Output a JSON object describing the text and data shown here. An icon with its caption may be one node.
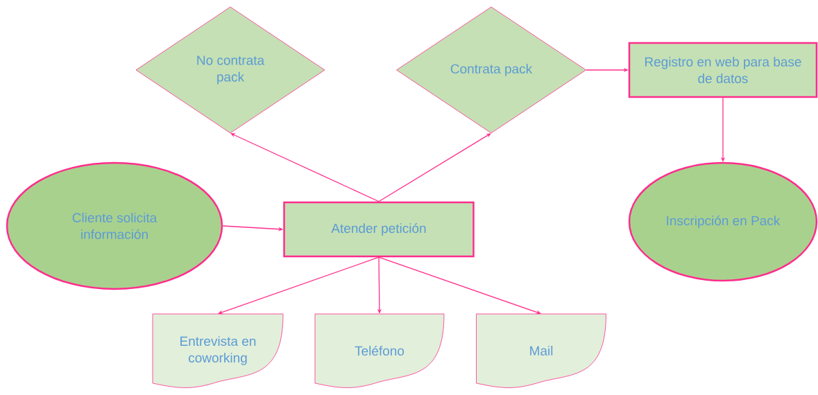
{
  "diagram": {
    "nodes": [
      {
        "text": [
          "Cliente solicita información"
        ]
      },
      {
        "text": [
          "Atender petición"
        ]
      },
      {
        "text": [
          "No contrata pack"
        ]
      },
      {
        "text": [
          "Contrata pack"
        ]
      },
      {
        "text": [
          "Registro en web para base de datos"
        ]
      },
      {
        "text": [
          "Inscripción en Pack"
        ]
      },
      {
        "text": [
          "Entrevista en coworking"
        ]
      },
      {
        "text": [
          "Teléfono"
        ]
      },
      {
        "text": [
          "Mail"
        ]
      }
    ],
    "edges": [
      {
        "from": 0,
        "to": 1,
        "arrow": "to"
      },
      {
        "from": 1,
        "to": 2,
        "arrow": "to"
      },
      {
        "from": 1,
        "to": 3,
        "arrow": "to"
      },
      {
        "from": 3,
        "to": 4,
        "arrow": "to"
      },
      {
        "from": 4,
        "to": 5,
        "arrow": "to"
      },
      {
        "from": 1,
        "to": 6,
        "arrow": "to"
      },
      {
        "from": 1,
        "to": 7,
        "arrow": "to"
      },
      {
        "from": 1,
        "to": 8,
        "arrow": "to"
      }
    ]
  }
}
